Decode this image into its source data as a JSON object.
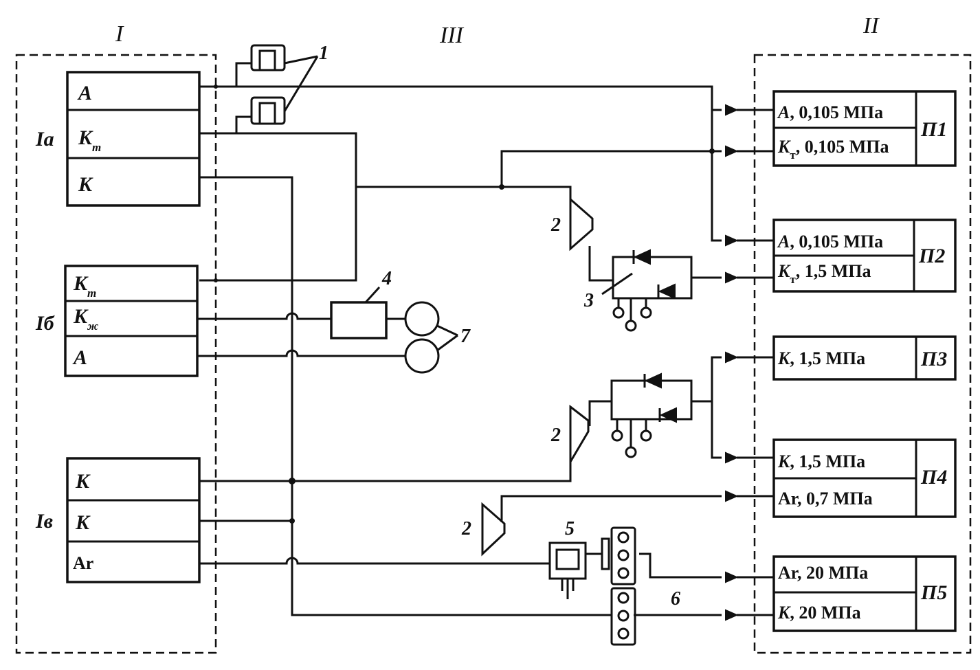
{
  "zones": {
    "sources": "I",
    "consumers": "II",
    "distribution": "III"
  },
  "source_groups": {
    "ia": {
      "label": "Iа",
      "rows": [
        {
          "gas": "A",
          "sub": ""
        },
        {
          "gas": "K",
          "sub": "т"
        },
        {
          "gas": "K",
          "sub": ""
        }
      ]
    },
    "ib": {
      "label": "Iб",
      "rows": [
        {
          "gas": "K",
          "sub": "т"
        },
        {
          "gas": "K",
          "sub": "ж"
        },
        {
          "gas": "A",
          "sub": ""
        }
      ]
    },
    "iv": {
      "label": "Iв",
      "rows": [
        {
          "gas": "K",
          "sub": ""
        },
        {
          "gas": "K",
          "sub": ""
        },
        {
          "gas": "Ar",
          "sub": ""
        }
      ]
    }
  },
  "consumers": [
    {
      "label": "П1",
      "rows": [
        {
          "gas": "A",
          "sub": "",
          "pressure": "0,105 МПа"
        },
        {
          "gas": "K",
          "sub": "т",
          "pressure": "0,105 МПа"
        }
      ]
    },
    {
      "label": "П2",
      "rows": [
        {
          "gas": "A",
          "sub": "",
          "pressure": "0,105 МПа"
        },
        {
          "gas": "K",
          "sub": "т",
          "pressure": "1,5 МПа"
        }
      ]
    },
    {
      "label": "П3",
      "rows": [
        {
          "gas": "K",
          "sub": "",
          "pressure": "1,5 МПа"
        }
      ]
    },
    {
      "label": "П4",
      "rows": [
        {
          "gas": "K",
          "sub": "",
          "pressure": "1,5 МПа"
        },
        {
          "gas": "Ar",
          "sub": "",
          "pressure": "0,7 МПа"
        }
      ]
    },
    {
      "label": "П5",
      "rows": [
        {
          "gas": "Ar",
          "sub": "",
          "pressure": "20 МПа"
        },
        {
          "gas": "K",
          "sub": "",
          "pressure": "20 МПа"
        }
      ]
    }
  ],
  "component_labels": {
    "receivers": "1",
    "regulator_a": "2",
    "regulator_b": "2",
    "regulator_c": "2",
    "valve_block": "3",
    "unit_4": "4",
    "unit_5": "5",
    "pipe_6": "6",
    "gauges_7": "7"
  }
}
